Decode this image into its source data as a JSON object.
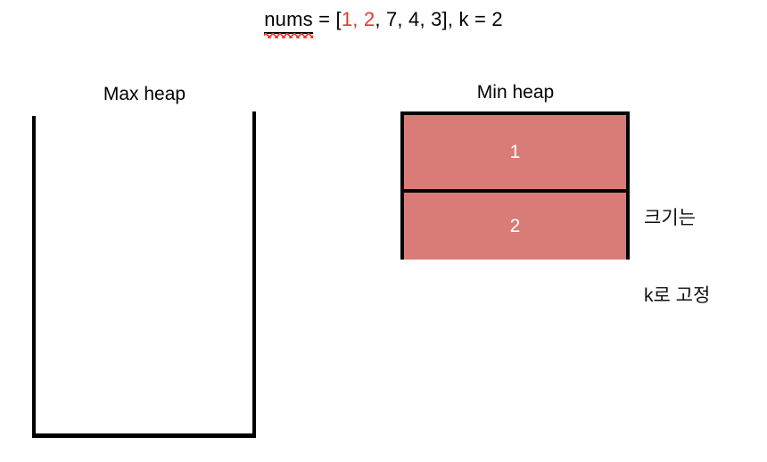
{
  "header": {
    "variable": "nums",
    "equals": " = ",
    "open_bracket": "[",
    "values_highlighted": "1, 2",
    "values_rest": ", 7, 4, 3",
    "close_bracket": "]",
    "k_clause": ", k = 2",
    "highlight_color": "#e8372b",
    "full_text": "nums = [1, 2, 7, 4, 3], k = 2",
    "spellcheck_word": "nums"
  },
  "max_heap": {
    "title": "Max heap",
    "items": [],
    "empty": true,
    "shape": "open-top-container"
  },
  "min_heap": {
    "title": "Min heap",
    "cells": [
      {
        "value": "1"
      },
      {
        "value": "2"
      }
    ],
    "fill_color": "#d97b77",
    "text_color": "#ffffff",
    "border_color": "#000000"
  },
  "annotation": {
    "line1": "크기는",
    "line2": "k로 고정"
  }
}
